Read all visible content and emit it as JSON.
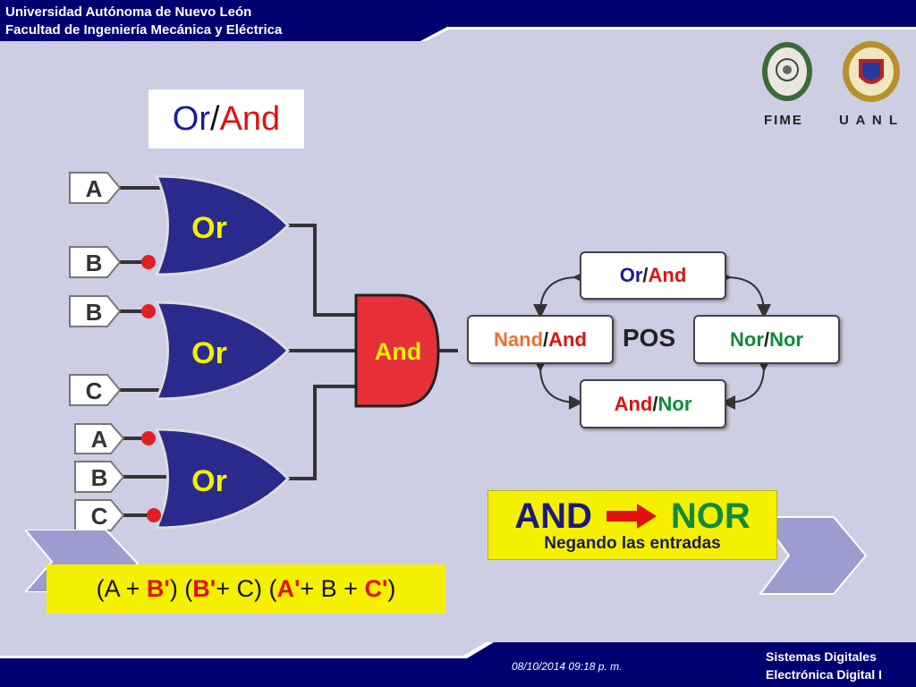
{
  "header": {
    "line1": "Universidad Autónoma de Nuevo León",
    "line2": "Facultad de Ingeniería Mecánica y Eléctrica"
  },
  "title": {
    "part1": "Or",
    "sep": "/",
    "part2": "And"
  },
  "logos": {
    "fime": "FIME",
    "uanl": "U A N L"
  },
  "circuit": {
    "inputs": [
      "A",
      "B",
      "B",
      "C",
      "A",
      "B",
      "C"
    ],
    "or_gates": [
      "Or",
      "Or",
      "Or"
    ],
    "and_gate": "And"
  },
  "pos_diagram": {
    "center": "POS",
    "top": {
      "a": "Or",
      "sep": "/",
      "b": "And"
    },
    "left": {
      "a": "Nand",
      "sep": "/",
      "b": "And"
    },
    "right": {
      "a": "Nor",
      "sep": "/",
      "b": "Nor"
    },
    "bottom": {
      "a": "And",
      "sep": "/",
      "b": "Nor"
    }
  },
  "conversion": {
    "from": "AND",
    "to": "NOR",
    "subtitle": "Negando las entradas"
  },
  "equation": {
    "t1": "(A + ",
    "t2": "B'",
    "t3": ") (",
    "t4": "B'",
    "t5": "+ C) (",
    "t6": "A'",
    "t7": "+ B + ",
    "t8": "C'",
    "t9": ")"
  },
  "footer": {
    "date": "08/10/2014 09:18 p. m.",
    "line1": "Sistemas Digitales",
    "line2": "Electrónica Digital I"
  },
  "colors": {
    "header_bar": "#000070",
    "or_gate": "#2a2a8c",
    "and_gate": "#e8303a",
    "bubble": "#e02020",
    "highlight": "#f4f000"
  }
}
